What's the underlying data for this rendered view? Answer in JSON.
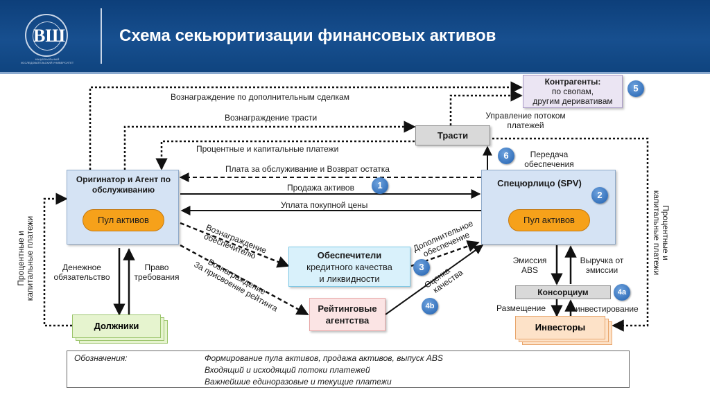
{
  "header": {
    "title": "Схема секьюритизации финансовых активов",
    "logo_caption": "НАЦИОНАЛЬНЫЙ ИССЛЕДОВАТЕЛЬСКИЙ УНИВЕРСИТЕТ",
    "logo_letters": "ВШ"
  },
  "nodes": {
    "originator": "Оригинатор и Агент по обслуживанию",
    "originator_pool": "Пул активов",
    "spv": "Спецюрлицо (SPV)",
    "spv_pool": "Пул активов",
    "enhancers_l1": "Обеспечители",
    "enhancers_l2": "кредитного качества",
    "enhancers_l3": "и ликвидности",
    "rating_l1": "Рейтинговые",
    "rating_l2": "агентства",
    "trustee": "Трасти",
    "counterparties_l1": "Контрагенты:",
    "counterparties_l2": "по свопам,",
    "counterparties_l3": "другим деривативам",
    "consortium": "Консорциум",
    "investors": "Инвесторы",
    "debtors": "Должники"
  },
  "badges": [
    "1",
    "2",
    "3",
    "4b",
    "5",
    "6",
    "4a"
  ],
  "labels": {
    "reward_additional": "Вознаграждение по дополнительным сделкам",
    "reward_trustee": "Вознаграждение трасти",
    "interest_capital": "Процентные и капитальные платежи",
    "service_fee": "Плата за обслуживание и Возврат остатка",
    "sale_assets": "Продажа активов",
    "purchase_price": "Уплата покупной цены",
    "flow_mgmt_l1": "Управление потоком",
    "flow_mgmt_l2": "платежей",
    "collateral_l1": "Передача",
    "collateral_l2": "обеспечения",
    "money_l1": "Денежное",
    "money_l2": "обязательство",
    "right_l1": "Право",
    "right_l2": "требования",
    "reward_enh_l1": "Вознаграждение",
    "reward_enh_l2": "обеспечителю",
    "reward_rating_l1": "Вознаграждение",
    "reward_rating_l2": "За присвоение рейтинга",
    "additional_l1": "Дополнительное",
    "additional_l2": "обеспечение",
    "assess_l1": "Оценка",
    "assess_l2": "качества",
    "issue_l1": "Эмиссия",
    "issue_l2": "ABS",
    "proceeds_l1": "Выручка от",
    "proceeds_l2": "эмиссии",
    "placement": "Размещение",
    "investing": "инвестирование",
    "left_vert_l1": "Процентные и",
    "left_vert_l2": "капитальные платежи",
    "right_vert_l1": "Процентные и",
    "right_vert_l2": "капитальные платежи"
  },
  "legend": {
    "title": "Обозначения:",
    "items": [
      "Формирование пула активов, продажа активов, выпуск ABS",
      "Входящий и исходящий потоки платежей",
      "Важнейшие единоразовые и текущие платежи"
    ]
  },
  "colors": {
    "header_bg": "#174f8f",
    "node_blue": "#d5e3f4",
    "pool_orange": "#f6a11a",
    "enhancer_cyan": "#d9f1fb",
    "rating_pink": "#fbe4e4",
    "counterparty_purple": "#ebe5f3",
    "debtors_green": "#e6f4cf",
    "investors_peach": "#fde2c8",
    "gray_node": "#d9d9d9",
    "badge_blue": "#1f5fae"
  }
}
